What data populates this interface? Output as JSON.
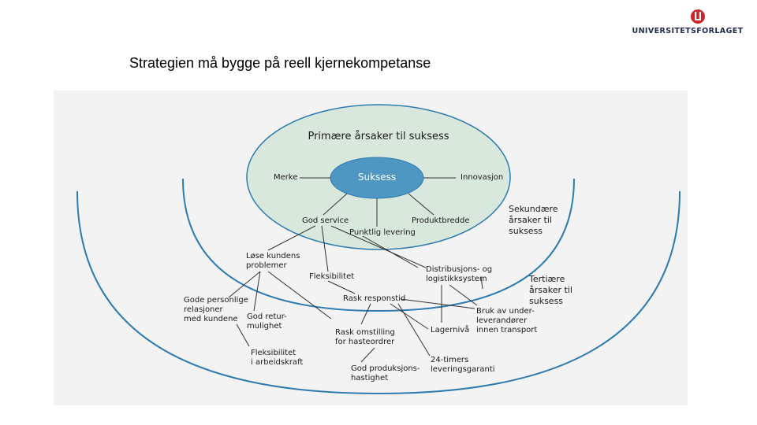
{
  "title": "Strategien må bygge på reell kjernekompetanse",
  "logo": {
    "text": "UNIVERSITETSFORLAGET"
  },
  "colors": {
    "panel": "#f3f3f3",
    "primary_fill": "#d9e8dc",
    "center_fill": "#4f97c3",
    "ring_stroke": "#2e7bb0",
    "logo_red": "#d0242b",
    "logo_text": "#1f2a4f"
  },
  "diagram": {
    "primary": {
      "title": "Primære årsaker til suksess",
      "center": "Suksess",
      "factors": {
        "merke": "Merke",
        "innovasjon": "Innovasjon",
        "god_service": "God service",
        "produktbredde": "Produktbredde",
        "punktlig_levering": "Punktlig levering"
      }
    },
    "secondary": {
      "label": "Sekundære\nårsaker til\nsuksess",
      "items": {
        "lose_kundens_problemer": "Løse kundens\nproblemer",
        "fleksibilitet": "Fleksibilitet",
        "distribusjons_og_logistikksystem": "Distribusjons- og\nlogistikksystem",
        "rask_responstid": "Rask responstid"
      }
    },
    "tertiary": {
      "label": "Tertiære\nårsaker til\nsuksess",
      "items": {
        "gode_personlige_relasjoner": "Gode personlige\nrelasjoner\nmed kundene",
        "god_returmulighet": "God retur-\nmulighet",
        "fleksibilitet_arbeidskraft": "Fleksibilitet\ni arbeidskraft",
        "rask_omstilling": "Rask omstilling\nfor hasteordrer",
        "lagerniva": "Lagernivå",
        "bruk_av_underleverandorer": "Bruk av under-\nleverandører\ninnen transport",
        "god_produksjonshastighet": "God produksjons-\nhastighet",
        "leveringsgaranti": "24-timers\nleveringsgaranti"
      }
    }
  }
}
